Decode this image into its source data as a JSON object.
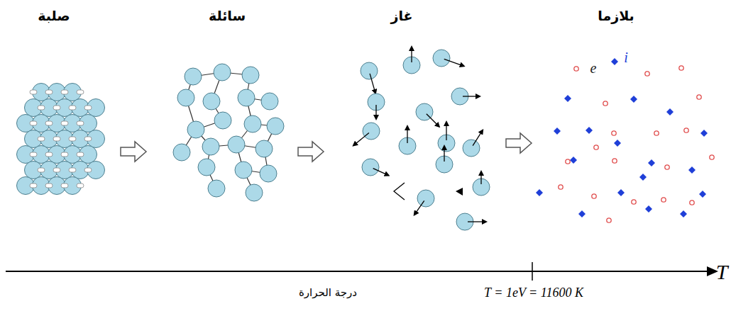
{
  "diagram": {
    "labels": [
      "صلبة",
      "سائلة",
      "غاز",
      "بلازما",
      "e",
      "i",
      "درجة الحرارة",
      "T = 1eV = 11600 K",
      "T"
    ]
  }
}
